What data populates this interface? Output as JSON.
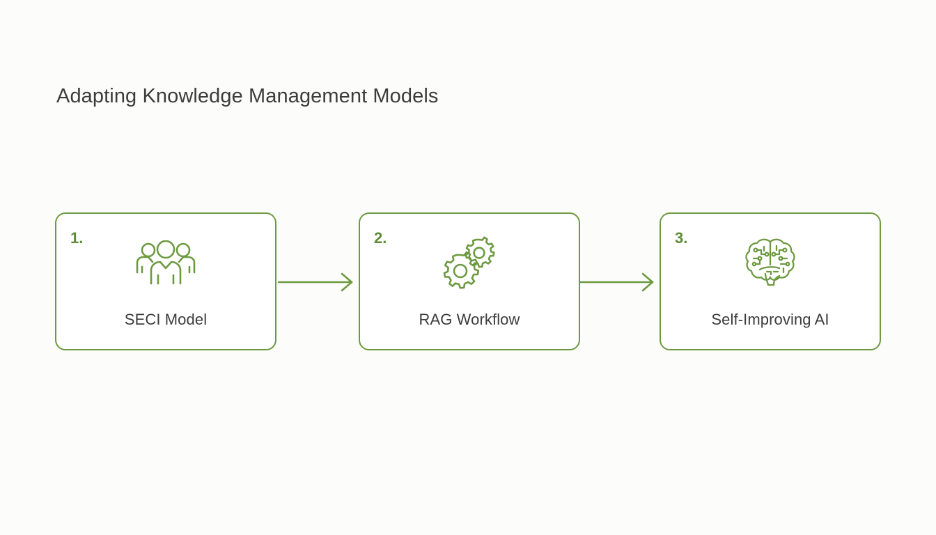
{
  "slide": {
    "title": "Adapting Knowledge Management Models",
    "background_color": "#fcfcfb",
    "accent_color": "#6d9a41",
    "number_color": "#5e8b3a",
    "text_color": "#3c3c3c"
  },
  "flow": {
    "steps": [
      {
        "number": "1.",
        "label": "SECI Model",
        "icon": "team-people-icon"
      },
      {
        "number": "2.",
        "label": "RAG Workflow",
        "icon": "gears-icon"
      },
      {
        "number": "3.",
        "label": "Self-Improving AI",
        "icon": "brain-circuit-icon"
      }
    ],
    "connectors": [
      {
        "name": "arrow-right-icon",
        "from": "1.",
        "to": "2."
      },
      {
        "name": "arrow-right-icon",
        "from": "2.",
        "to": "3."
      }
    ]
  }
}
